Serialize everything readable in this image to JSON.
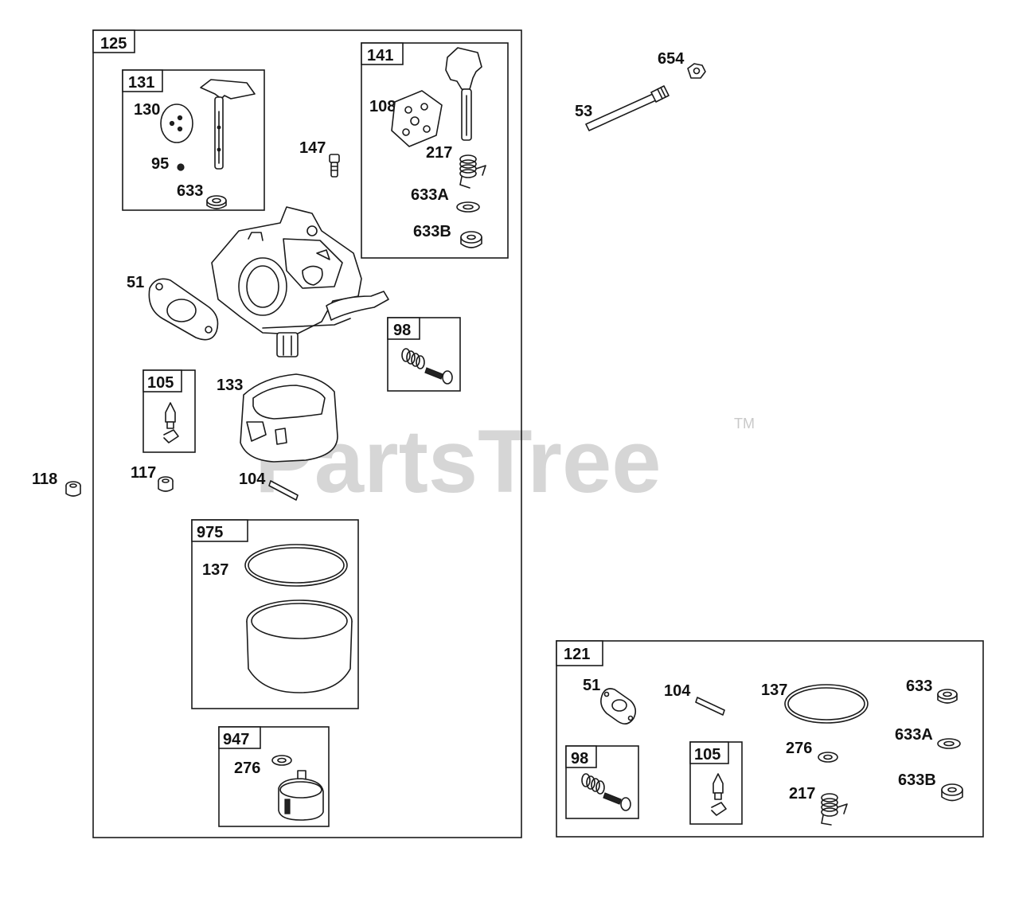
{
  "watermark": {
    "text": "PartsTree",
    "trademark": "TM",
    "color": "#c9c9c9"
  },
  "groups": {
    "g125": "125",
    "g131": "131",
    "g141": "141",
    "g98": "98",
    "g105": "105",
    "g975": "975",
    "g947": "947",
    "g121": "121",
    "g98b": "98",
    "g105b": "105"
  },
  "parts": {
    "p130": "130",
    "p95": "95",
    "p633": "633",
    "p147": "147",
    "p108": "108",
    "p217": "217",
    "p633a": "633A",
    "p633b": "633B",
    "p51": "51",
    "p133": "133",
    "p117": "117",
    "p118": "118",
    "p104": "104",
    "p137": "137",
    "p276": "276",
    "p654": "654",
    "p53": "53",
    "k51": "51",
    "k104": "104",
    "k137": "137",
    "k633": "633",
    "k276": "276",
    "k633a": "633A",
    "k217": "217",
    "k633b": "633B"
  }
}
